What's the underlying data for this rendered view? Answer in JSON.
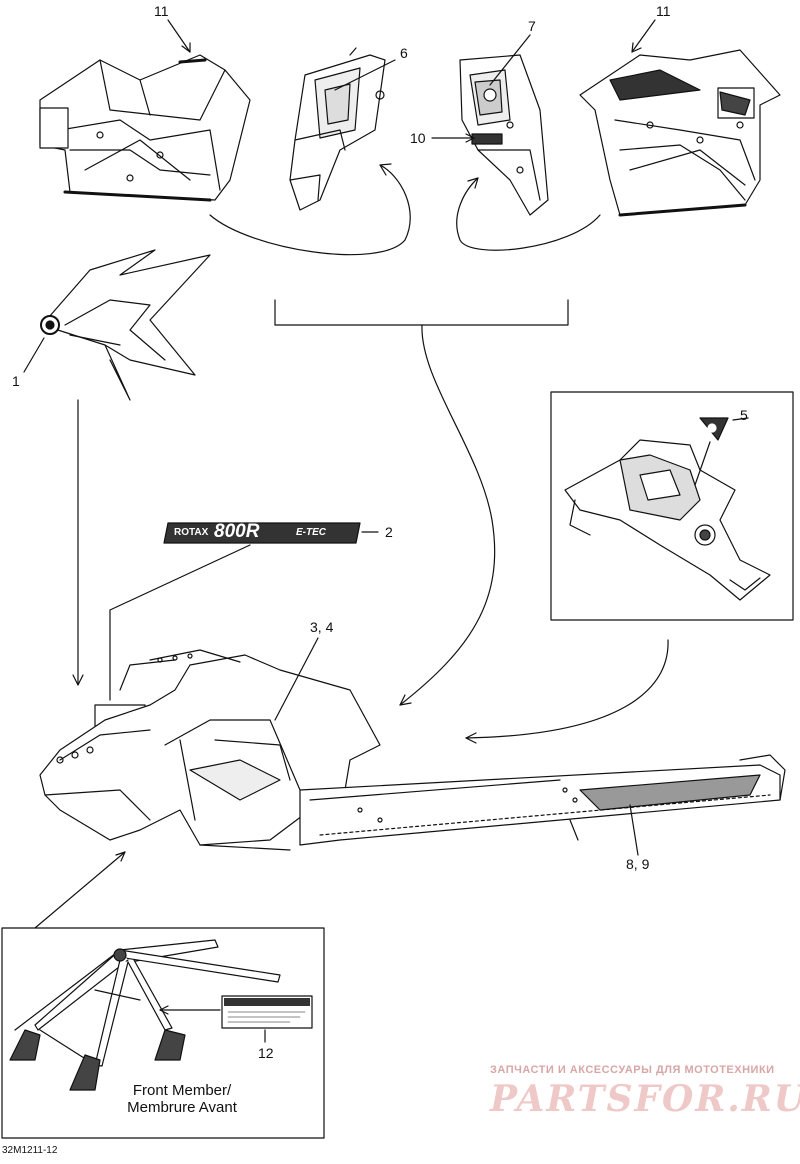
{
  "callouts": [
    {
      "id": "c11a",
      "text": "11"
    },
    {
      "id": "c6",
      "text": "6"
    },
    {
      "id": "c7",
      "text": "7"
    },
    {
      "id": "c11b",
      "text": "11"
    },
    {
      "id": "c10",
      "text": "10"
    },
    {
      "id": "c1",
      "text": "1"
    },
    {
      "id": "c5",
      "text": "5"
    },
    {
      "id": "c2",
      "text": "2"
    },
    {
      "id": "c34",
      "text": "3, 4"
    },
    {
      "id": "c89",
      "text": "8, 9"
    },
    {
      "id": "c12",
      "text": "12"
    }
  ],
  "decal": {
    "brand": "ROTAX",
    "model": "800R",
    "suffix": "E-TEC"
  },
  "caption": {
    "line1": "Front Member/",
    "line2": "Membrure Avant"
  },
  "drawing_code": "32M1211-12",
  "watermark": {
    "tagline": "ЗАПЧАСТИ И АКСЕССУАРЫ ДЛЯ МОТОТЕХНИКИ",
    "site": "PARTSFOR.RU"
  }
}
